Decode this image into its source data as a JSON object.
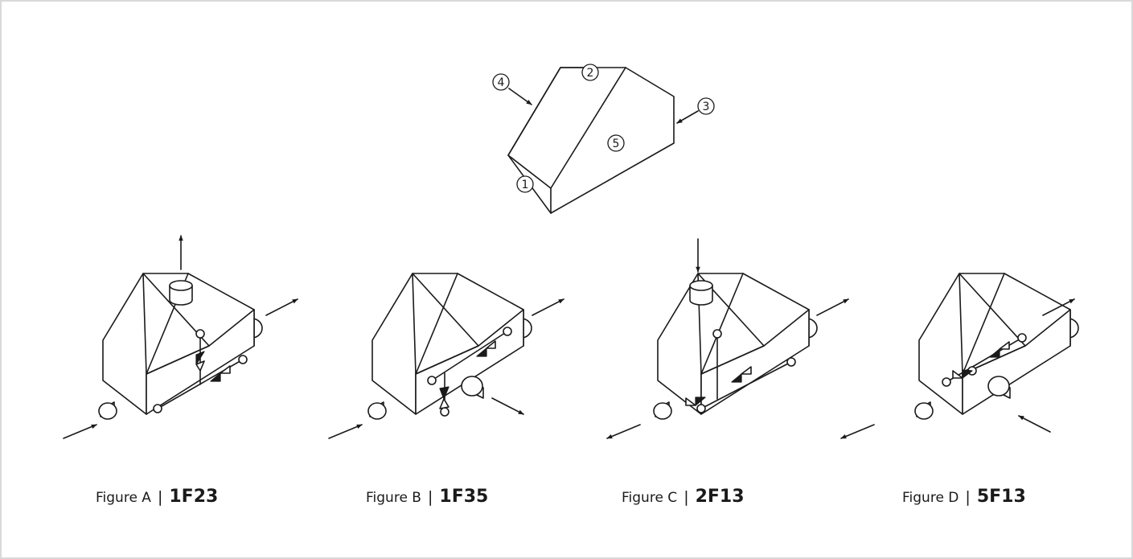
{
  "callouts": [
    "1",
    "2",
    "3",
    "4",
    "5"
  ],
  "captions": [
    {
      "figure": "Figure A",
      "separator": "|",
      "code": "1F23"
    },
    {
      "figure": "Figure B",
      "separator": "|",
      "code": "1F35"
    },
    {
      "figure": "Figure C",
      "separator": "|",
      "code": "2F13"
    },
    {
      "figure": "Figure D",
      "separator": "|",
      "code": "5F13"
    }
  ]
}
